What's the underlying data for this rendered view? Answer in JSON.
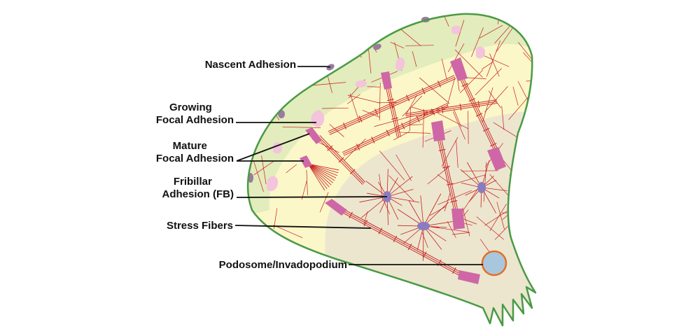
{
  "labels": {
    "nascent": [
      "Nascent Adhesion"
    ],
    "growing": [
      "Growing",
      "Focal Adhesion"
    ],
    "mature": [
      "Mature",
      "Focal Adhesion"
    ],
    "fibrillar": [
      "Fribillar",
      "Adhesion (FB)"
    ],
    "stress": [
      "Stress Fibers"
    ],
    "podosome": [
      "Podosome/Invadopodium"
    ]
  },
  "colors": {
    "cell_outline": "#4a9a45",
    "lamellipodium": "#e2ecbc",
    "lamella": "#fbf7c8",
    "cell_body": "#ece6cf",
    "actin": "#c81e1e",
    "focal_adhesion": "#cf67a6",
    "growing_adhesion": "#f4c3dc",
    "nascent_adhesion": "#9a7aa0",
    "fibrillar_adhesion": "#8a7cc0",
    "podosome_fill": "#a9c7dc",
    "podosome_ring": "#e0702a",
    "leader_line": "#111111"
  }
}
